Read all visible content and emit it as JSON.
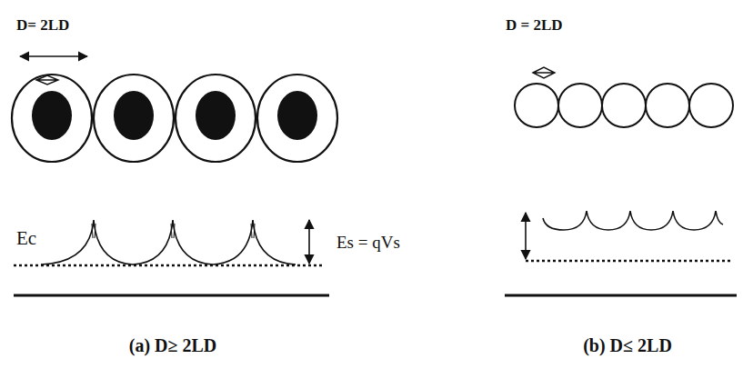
{
  "diagram": {
    "labels": [
      "D= 2LD",
      "D = 2LD",
      "Es = qVs",
      "Ec",
      "(a) D≥ 2LD",
      "(b) D≤ 2LD"
    ]
  }
}
